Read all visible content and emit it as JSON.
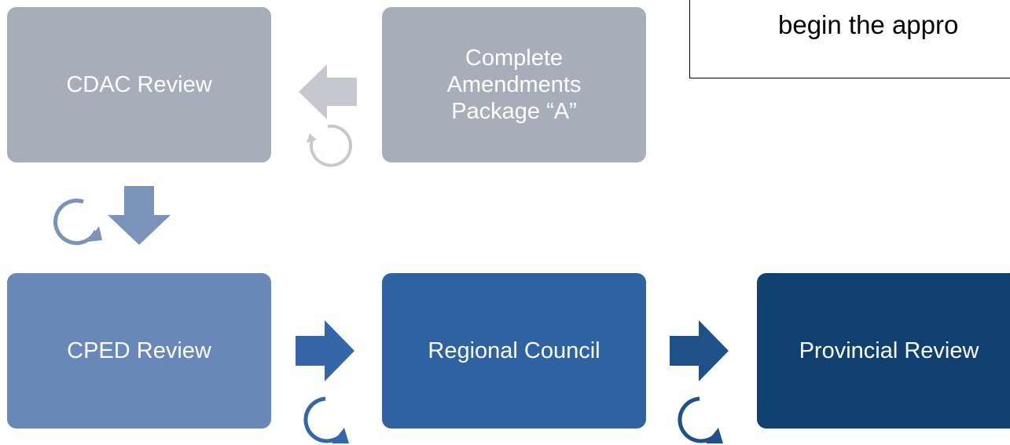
{
  "diagram": {
    "callout_text": "begin the appro",
    "boxes": {
      "cdac": "CDAC Review",
      "amendments": "Complete\nAmendments\nPackage “A”",
      "cped": "CPED Review",
      "regional": "Regional Council",
      "provincial": "Provincial Review"
    },
    "colors": {
      "grey": "#a8aeb9",
      "light_blue": "#6788b8",
      "mid_blue": "#2e62a0",
      "dark_blue": "#10406f",
      "arrow_grey": "#c5c8ce",
      "arrow_down": "#7b93b8",
      "arrow_blue_1": "#3566a8",
      "arrow_blue_2": "#1f5189"
    },
    "icons": [
      "left-arrow-icon",
      "down-arrow-icon",
      "right-arrow-icon",
      "cycle-icon"
    ]
  }
}
